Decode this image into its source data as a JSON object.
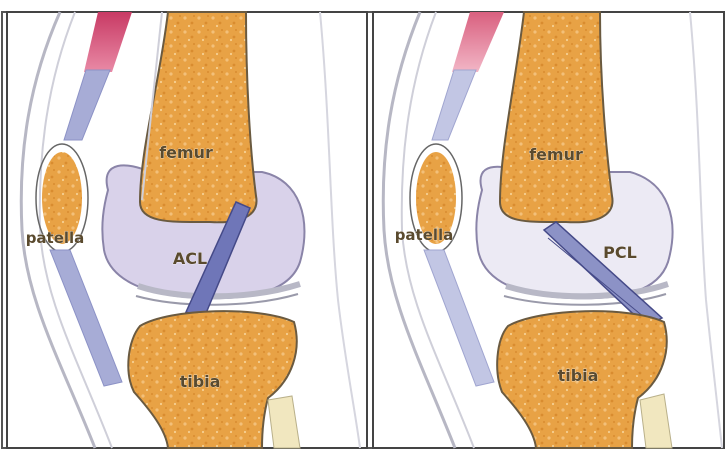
{
  "panels": [
    {
      "id": "acl",
      "labels": {
        "femur": "femur",
        "patella": "patella",
        "ligament": "ACL",
        "tibia": "tibia"
      }
    },
    {
      "id": "pcl",
      "labels": {
        "femur": "femur",
        "patella": "patella",
        "ligament": "PCL",
        "tibia": "tibia"
      }
    }
  ],
  "colors": {
    "bone": "#e8a245",
    "bone_light": "#f3c07a",
    "cartilage": "#d9d2ea",
    "tendon": "#a7acd6",
    "muscle": "#c83a64",
    "ligament": "#6f76b8",
    "skin": "#b7b7c4",
    "frame": "#555555"
  }
}
